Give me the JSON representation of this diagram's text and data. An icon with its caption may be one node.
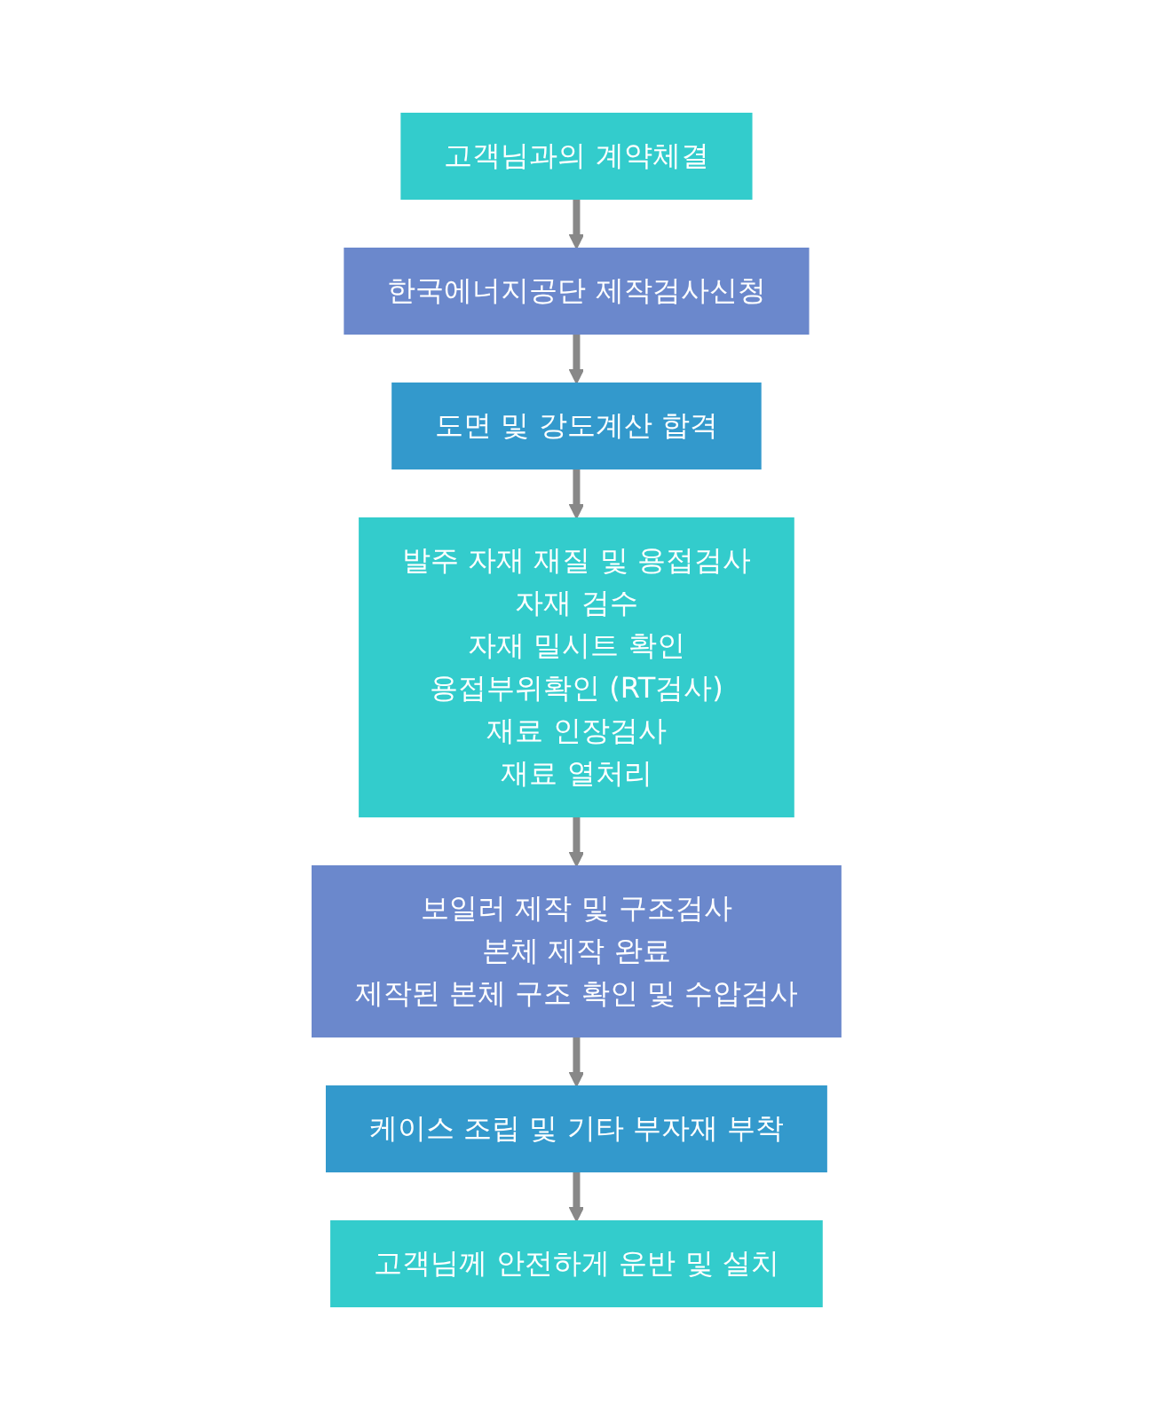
{
  "diagram": {
    "nodes": [
      {
        "text": [
          "고객님과의 계약체결"
        ]
      },
      {
        "text": [
          "한국에너지공단 제작검사신청"
        ]
      },
      {
        "text": [
          "도면 및 강도계산 합격"
        ]
      },
      {
        "text": [
          "발주 자재 재질 및 용접검사",
          "자재 검수",
          "자재 밀시트 확인",
          "용접부위확인 (RT검사)",
          "재료 인장검사",
          "재료 열처리"
        ]
      },
      {
        "text": [
          "보일러 제작 및 구조검사",
          "본체 제작 완료",
          "제작된 본체 구조 확인 및 수압검사"
        ]
      },
      {
        "text": [
          "케이스 조립 및 기타 부자재 부착"
        ]
      },
      {
        "text": [
          "고객님께 안전하게 운반 및 설치"
        ]
      }
    ],
    "edges": [
      {
        "from": 0,
        "to": 1,
        "arrow": "to"
      },
      {
        "from": 1,
        "to": 2,
        "arrow": "to"
      },
      {
        "from": 2,
        "to": 3,
        "arrow": "to"
      },
      {
        "from": 3,
        "to": 4,
        "arrow": "to"
      },
      {
        "from": 4,
        "to": 5,
        "arrow": "to"
      },
      {
        "from": 5,
        "to": 6,
        "arrow": "to"
      }
    ]
  }
}
